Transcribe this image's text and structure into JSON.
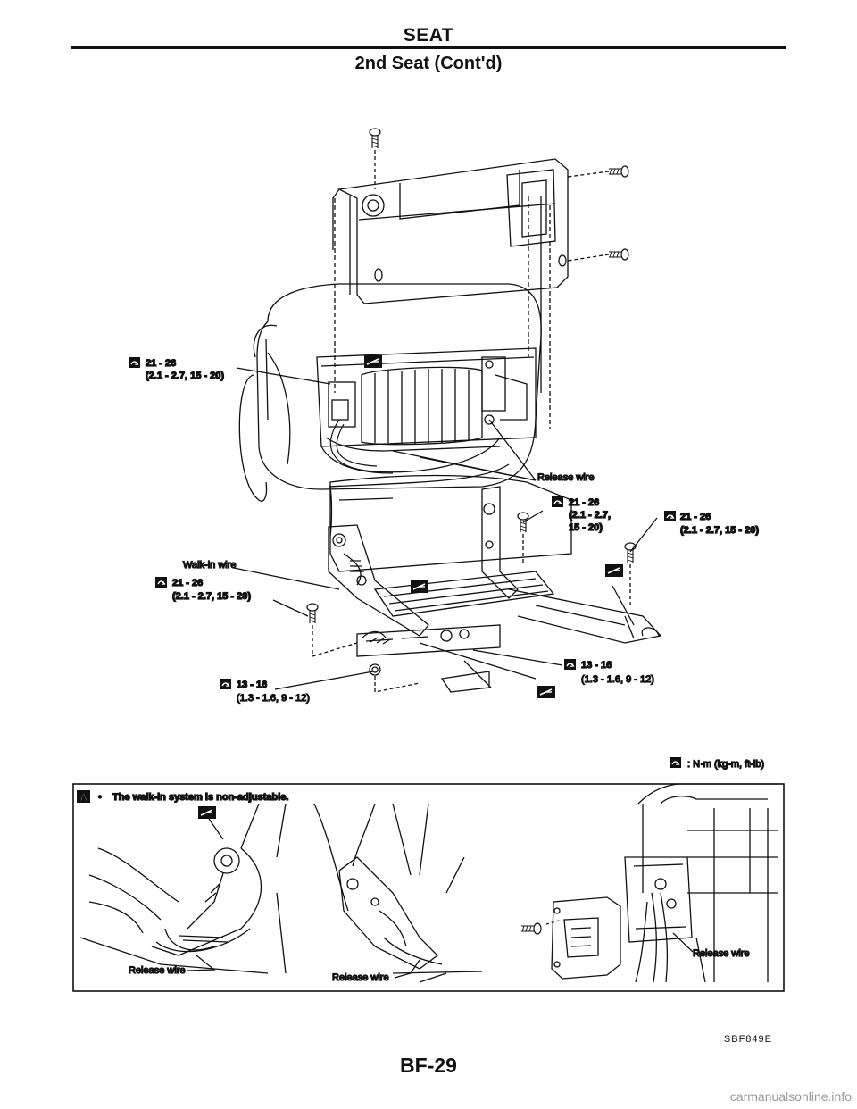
{
  "header": {
    "section_title": "SEAT",
    "sub_title": "2nd Seat (Cont'd)"
  },
  "callouts": {
    "torque_left_top": {
      "value": "21 - 26",
      "sub": "(2.1 - 2.7, 15 - 20)"
    },
    "release_wire_main": "Release wire",
    "torque_mid_right": {
      "value": "21 - 26",
      "sub1": "(2.1 - 2.7,",
      "sub2": "15 - 20)"
    },
    "torque_far_right": {
      "value": "21 - 26",
      "sub": "(2.1 - 2.7, 15 - 20)"
    },
    "walk_in_wire": "Walk-in wire",
    "torque_left_mid": {
      "value": "21 - 26",
      "sub": "(2.1 - 2.7, 15 - 20)"
    },
    "torque_bottom_right": {
      "value": "13 - 16",
      "sub": "(1.3 - 1.6, 9 - 12)"
    },
    "torque_bottom_left": {
      "value": "13 - 16",
      "sub": "(1.3 - 1.6, 9 - 12)"
    }
  },
  "legend": {
    "unit_text": ": N·m (kg-m, ft-lb)"
  },
  "inset": {
    "badge": "A",
    "bullet": "•",
    "note": "The walk-in system is non-adjustable.",
    "release_wire_1": "Release wire",
    "release_wire_2": "Release wire",
    "release_wire_3": "Release wire"
  },
  "footer": {
    "figure_code": "SBF849E",
    "page_number": "BF-29"
  },
  "watermark": "carmanualsonline.info"
}
